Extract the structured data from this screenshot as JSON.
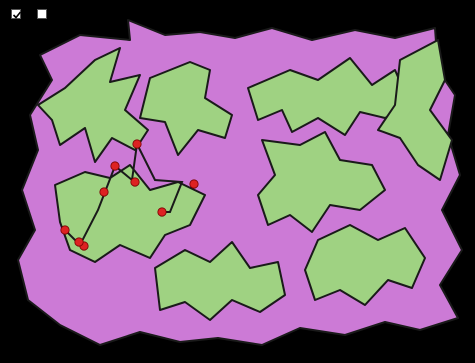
{
  "colors": {
    "background": "#000000",
    "tile_a": "#cc7ad6",
    "tile_b": "#9fd282",
    "outline": "#1a1a1a",
    "handle": "#dd2222"
  },
  "controls": {
    "checkbox_1": {
      "icon": "checkmark-icon",
      "checked": true
    },
    "checkbox_2": {
      "icon": "empty-box-icon",
      "checked": false
    }
  },
  "tiles": [
    {
      "color": "tile_a",
      "outline": "outer"
    },
    {
      "color": "tile_b",
      "outline": "upper-left-green"
    },
    {
      "color": "tile_b",
      "outline": "upper-mid-green"
    },
    {
      "color": "tile_b",
      "outline": "upper-right-green"
    },
    {
      "color": "tile_b",
      "outline": "right-green"
    },
    {
      "color": "tile_b",
      "outline": "center-green"
    },
    {
      "color": "tile_b",
      "outline": "left-green"
    },
    {
      "color": "tile_b",
      "outline": "lower-mid-green"
    },
    {
      "color": "tile_b",
      "outline": "lower-right-green"
    }
  ],
  "handles": {
    "count": 9
  }
}
